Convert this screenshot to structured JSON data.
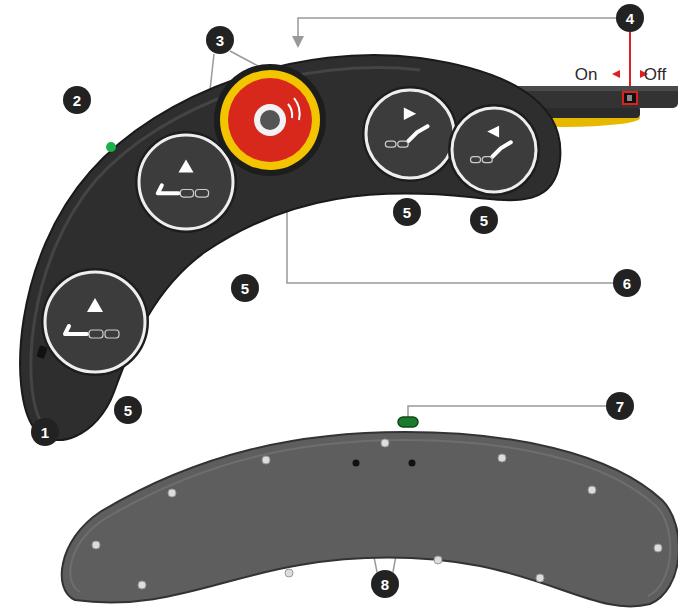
{
  "diagram": {
    "labels": [
      "4",
      "On",
      "Off",
      "3",
      "2",
      "5",
      "5",
      "6",
      "5",
      "5",
      "1",
      "7",
      "8"
    ]
  }
}
